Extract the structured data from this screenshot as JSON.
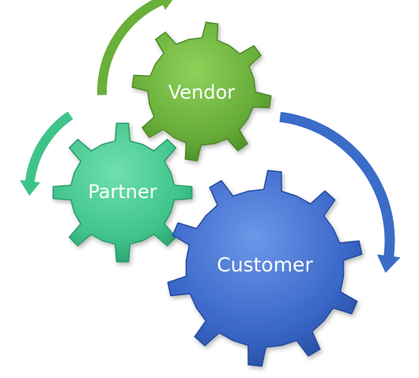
{
  "diagram": {
    "gears": {
      "vendor": {
        "label": "Vendor",
        "color": "#6aaf3a"
      },
      "partner": {
        "label": "Partner",
        "color": "#3ec48a"
      },
      "customer": {
        "label": "Customer",
        "color": "#3766c9"
      }
    },
    "arrows": {
      "vendor_arrow_color": "#6aaf3a",
      "partner_arrow_color": "#3ec48a",
      "customer_arrow_color": "#3a6cc8"
    }
  }
}
